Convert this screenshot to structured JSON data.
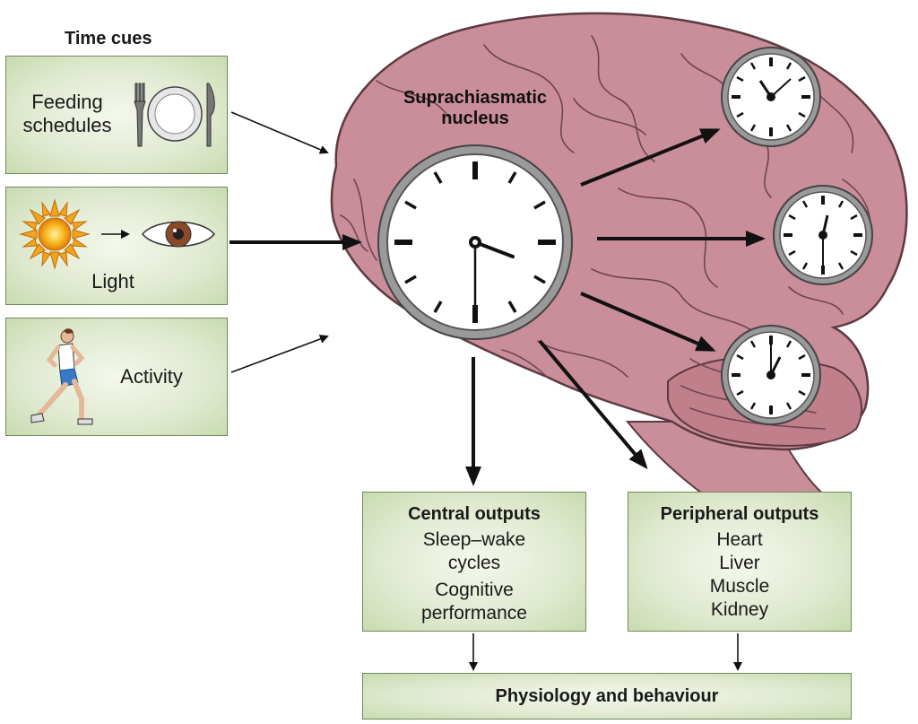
{
  "time_cues": {
    "title": "Time cues",
    "feeding": "Feeding schedules",
    "light": "Light",
    "activity": "Activity"
  },
  "scn": {
    "label": "Suprachiasmatic nucleus"
  },
  "central_outputs": {
    "title": "Central outputs",
    "items": [
      "Sleep–wake",
      "cycles",
      "Cognitive",
      "performance"
    ]
  },
  "peripheral_outputs": {
    "title": "Peripheral outputs",
    "items": [
      "Heart",
      "Liver",
      "Muscle",
      "Kidney"
    ]
  },
  "physiology": {
    "label": "Physiology and behaviour"
  },
  "colors": {
    "brain_fill": "#c98e9a",
    "brain_stroke": "#5c3a41",
    "box_fill": "#dfe9cf",
    "box_border": "#6f8a5a",
    "clock_rim": "#8a8a8a"
  },
  "icons": {
    "feeding": "plate-fork-knife-icon",
    "light": "sun-eye-icon",
    "activity": "runner-icon"
  }
}
